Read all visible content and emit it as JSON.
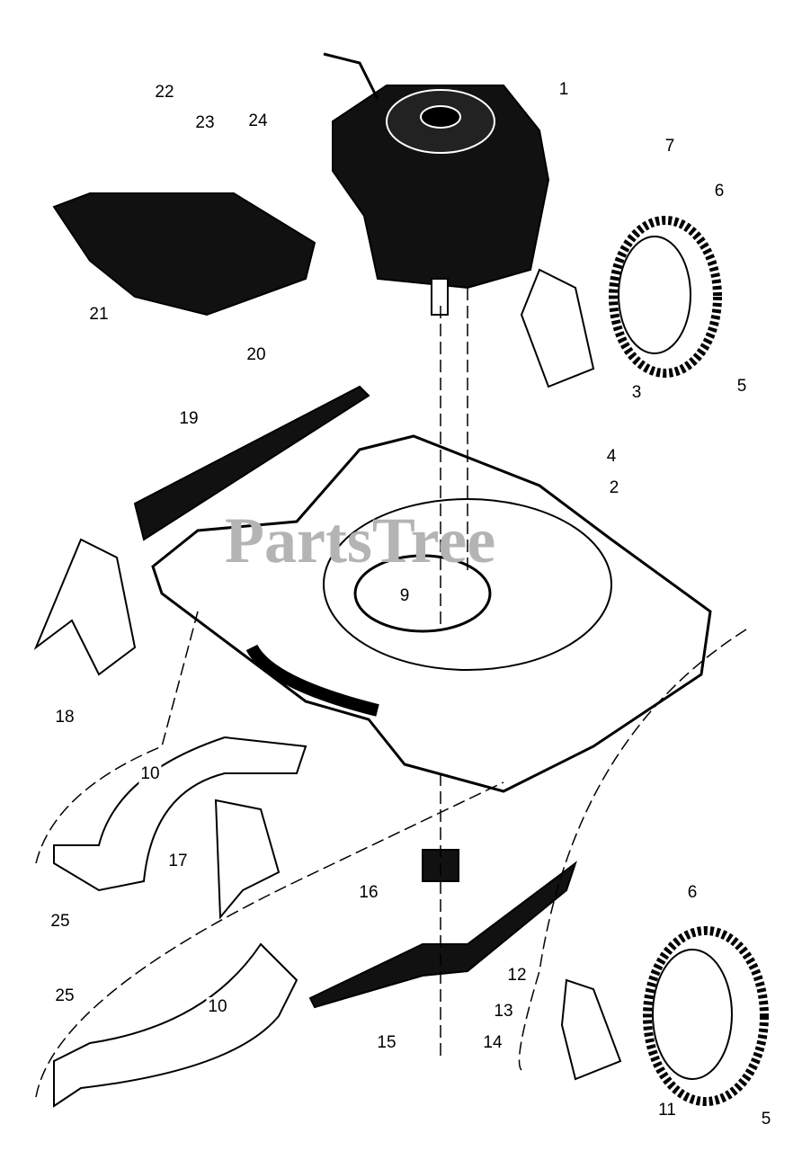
{
  "watermark": "PartsTree",
  "callouts": [
    "1",
    "7",
    "6",
    "5",
    "3",
    "4",
    "2",
    "22",
    "23",
    "24",
    "21",
    "20",
    "19",
    "9",
    "18",
    "10",
    "17",
    "25",
    "16",
    "6",
    "12",
    "13",
    "14",
    "15",
    "25",
    "10",
    "11",
    "5"
  ]
}
